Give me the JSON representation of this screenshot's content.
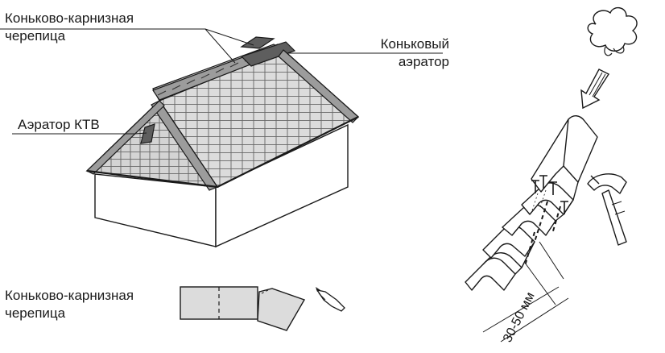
{
  "labels": {
    "ridge_eave_tile_top": [
      "Коньково-карнизная",
      "черепица"
    ],
    "ridge_aerator": [
      "Коньковый",
      "аэратор"
    ],
    "ktv_aerator": "Аэратор КТВ",
    "ridge_eave_tile_bottom": [
      "Коньково-карнизная",
      "черепица"
    ],
    "nail_gap": "30-50 мм"
  },
  "icons": [
    "house-roof",
    "ridge-aerator",
    "ktv-aerator",
    "tile-strip",
    "utility-knife",
    "cloud",
    "airflow-arrow",
    "hammer",
    "ridge-tile-stack",
    "nail"
  ],
  "colors": {
    "line": "#1a1a1a",
    "tile": "#d8d8d8",
    "tile_dark": "#9a9a9a",
    "aerator": "#6e6e6e"
  }
}
